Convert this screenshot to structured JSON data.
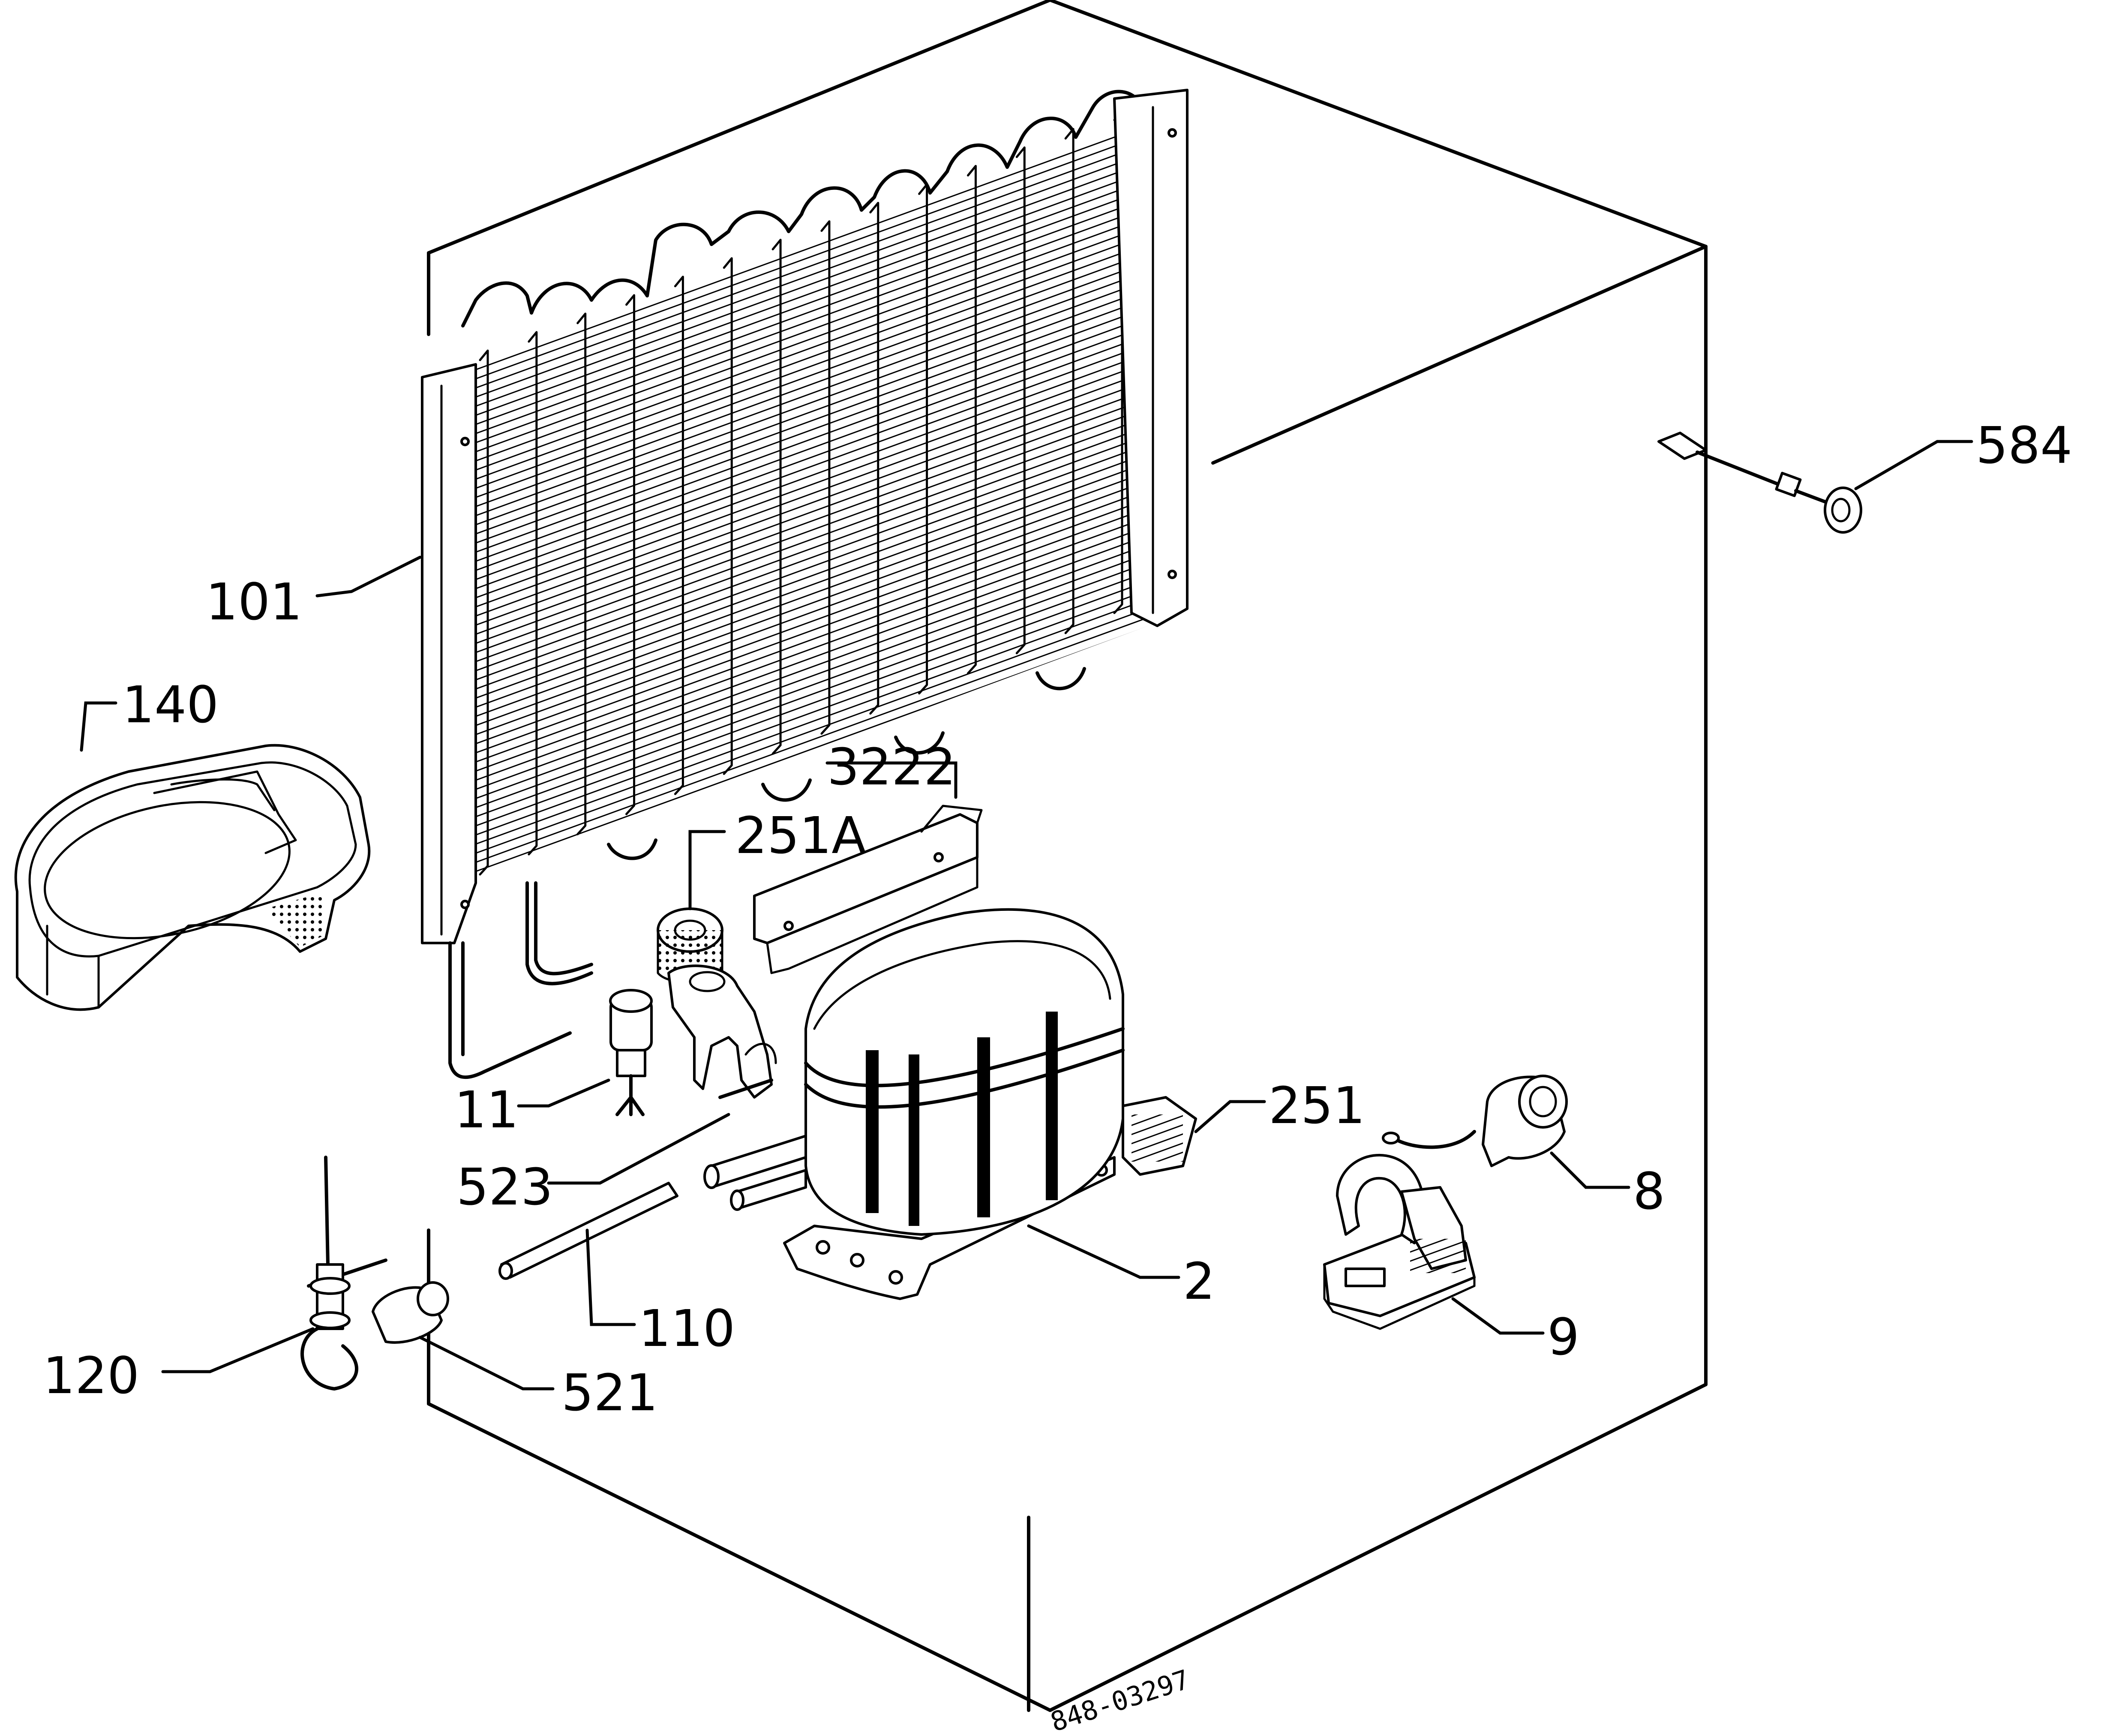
{
  "drawing_code": "848-03297",
  "parts": [
    {
      "id": "101"
    },
    {
      "id": "140"
    },
    {
      "id": "3222"
    },
    {
      "id": "251A"
    },
    {
      "id": "11"
    },
    {
      "id": "523"
    },
    {
      "id": "110"
    },
    {
      "id": "120"
    },
    {
      "id": "521"
    },
    {
      "id": "2"
    },
    {
      "id": "251"
    },
    {
      "id": "8"
    },
    {
      "id": "9"
    },
    {
      "id": "584"
    }
  ],
  "colors": {
    "line": "#000000",
    "background": "#ffffff"
  }
}
